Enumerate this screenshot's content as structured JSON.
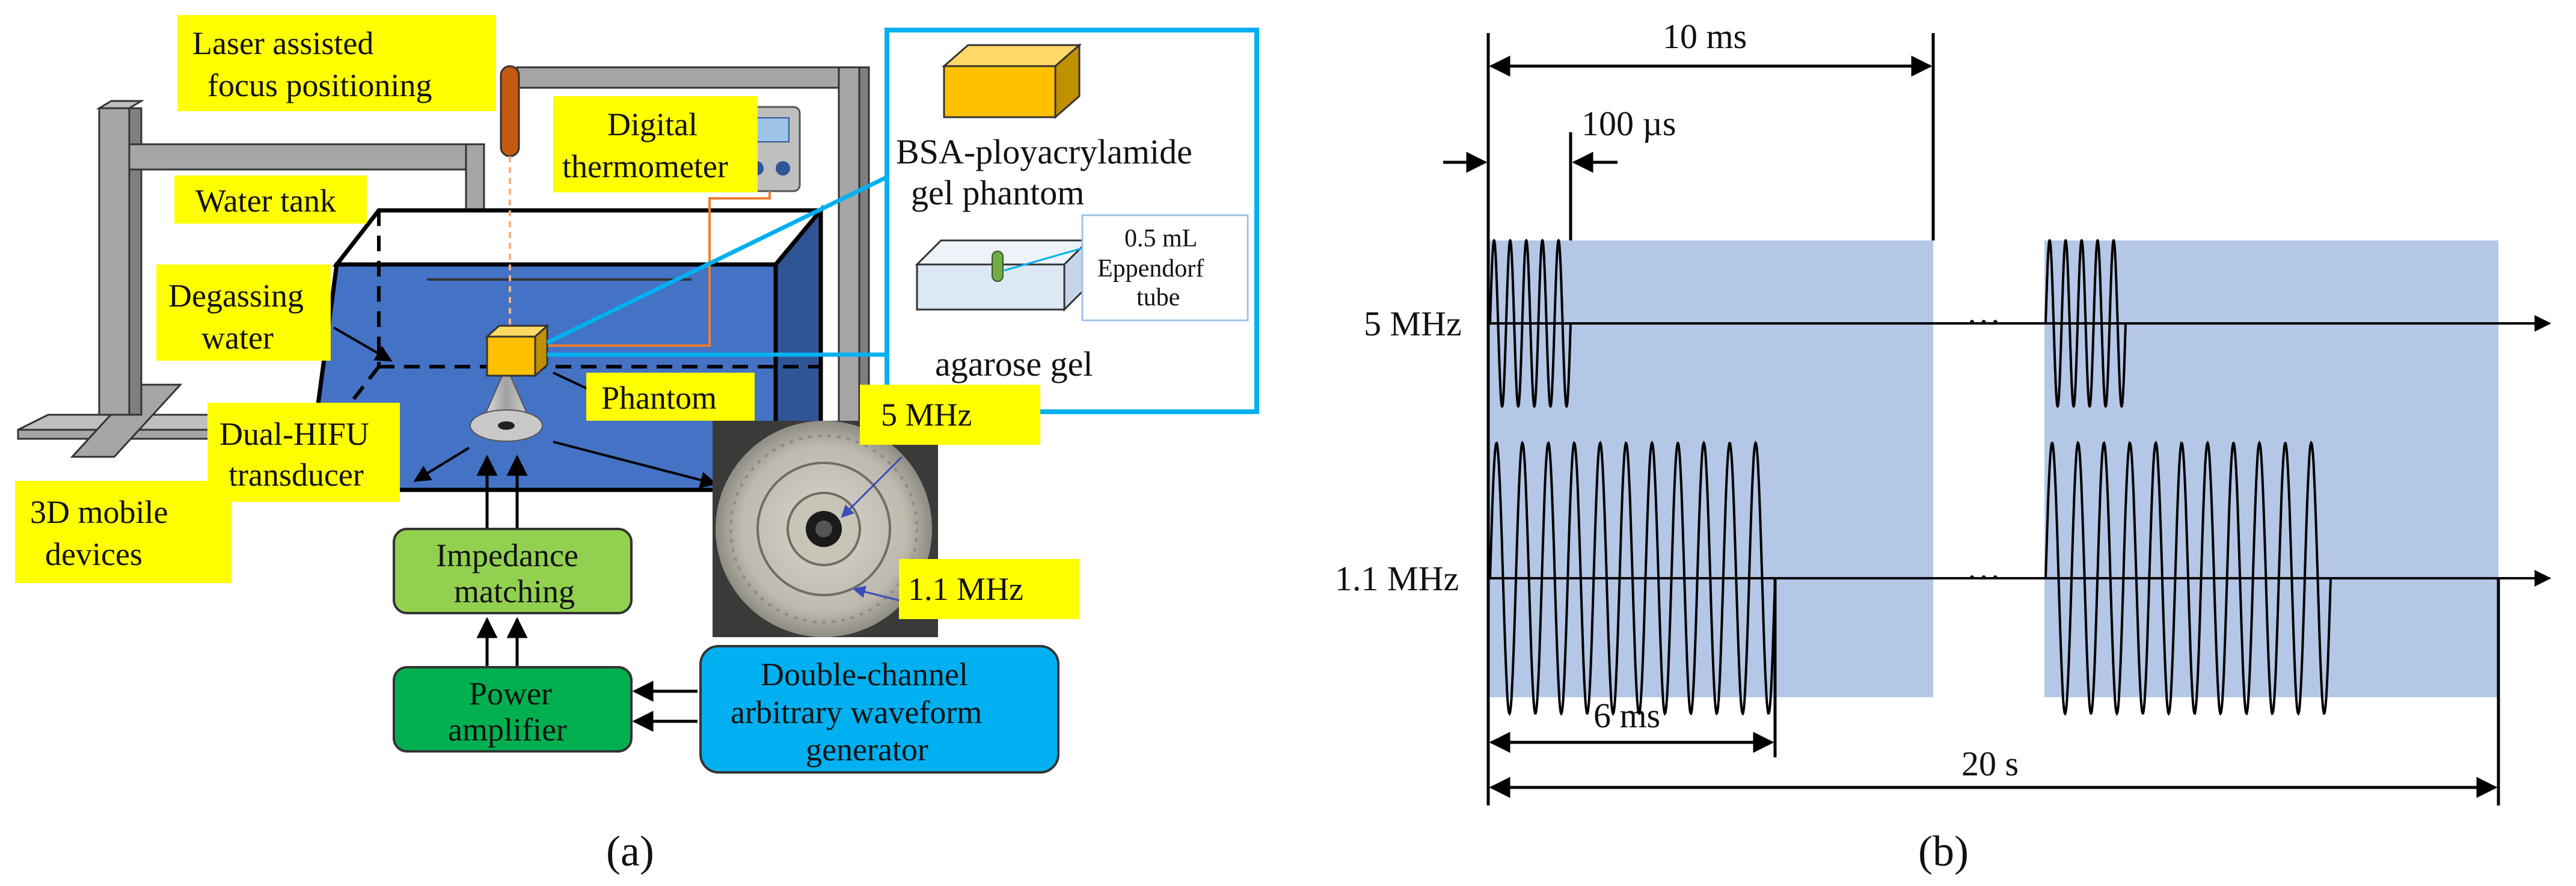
{
  "colors": {
    "label_fill": "#ffff00",
    "tank_blue": "#4472c4",
    "frame_gray": "#a6a6a6",
    "frame_dark": "#7f7f7f",
    "phantom_orange": "#ffc000",
    "inset_border": "#00b0f0",
    "lime_box": "#92d050",
    "green_box": "#00b050",
    "cyan_box": "#00b0f0",
    "pulse_background": "#b4c7e7",
    "waveform": "#000000"
  },
  "panel_a": {
    "labels": {
      "laser": [
        "Laser assisted",
        "focus positioning"
      ],
      "thermometer": [
        "Digital",
        "thermometer"
      ],
      "water_tank": "Water tank",
      "degassing": [
        "Degassing",
        "water"
      ],
      "phantom": "Phantom",
      "transducer": [
        "Dual-HIFU",
        "transducer"
      ],
      "mobile": [
        "3D mobile",
        "devices"
      ],
      "freq_5": "5 MHz",
      "freq_11": "1.1 MHz"
    },
    "inset": {
      "bsa": [
        "BSA-ployacrylamide",
        "gel phantom"
      ],
      "agarose": "agarose gel",
      "tube": [
        "0.5 mL",
        "Eppendorf",
        "tube"
      ]
    },
    "boxes": {
      "impedance": [
        "Impedance",
        "matching"
      ],
      "amplifier": [
        "Power",
        "amplifier"
      ],
      "generator": [
        "Double-channel",
        "arbitrary waveform",
        "generator"
      ]
    },
    "icons": [
      "thermometer-icon",
      "laser-pointer-icon",
      "transducer-cone-icon",
      "transducer-photo-icon"
    ],
    "caption": "(a)"
  },
  "panel_b": {
    "dimension_labels": {
      "period": "10 ms",
      "short_pulse": "100 µs",
      "long_pulse": "6 ms",
      "total": "20 s"
    },
    "channels": [
      {
        "label": "5 MHz",
        "on_duration": "100 µs",
        "period": "10 ms"
      },
      {
        "label": "1.1 MHz",
        "on_duration": "6 ms",
        "period": "10 ms"
      }
    ],
    "ellipsis": "···",
    "caption": "(b)"
  }
}
